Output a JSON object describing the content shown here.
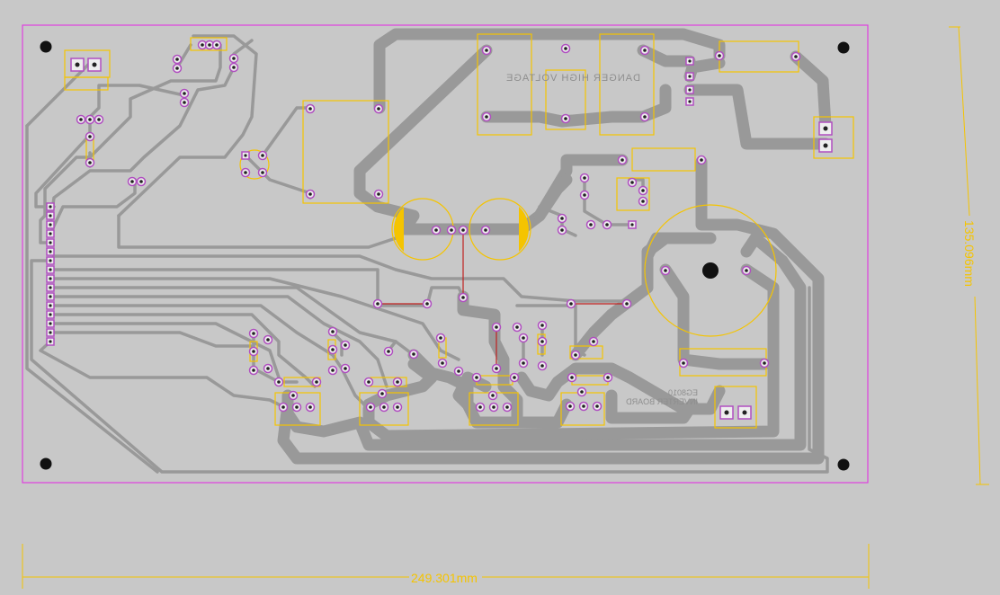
{
  "board": {
    "warning_label": "DANGER  HIGH VOLTAGE",
    "board_label_line1": "EG8010",
    "board_label_line2": "INVERTER BOARD"
  },
  "dimensions": {
    "width_label": "249.301mm",
    "height_label": "135.096mm"
  },
  "colors": {
    "background": "#c8c8c8",
    "board_outline": "#e040e0",
    "copper": "#999999",
    "silkscreen": "#f5c400",
    "pad_ring": "#b04fc0",
    "ratsnest": "#c0201f"
  }
}
